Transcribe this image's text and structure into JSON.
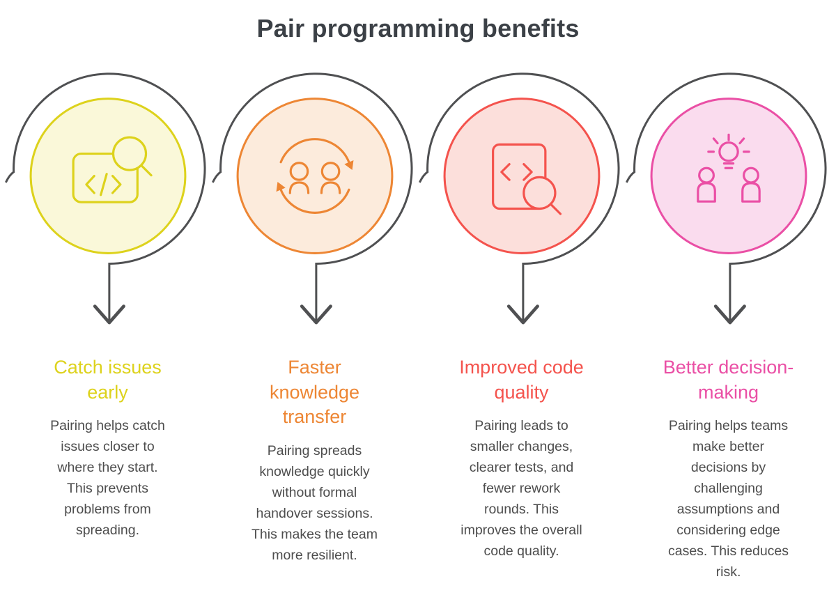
{
  "title": "Pair programming benefits",
  "colors": {
    "title": "#3b4046",
    "body_text": "#4d4d4d",
    "line": "#4f5052",
    "background": "#ffffff"
  },
  "columns": [
    {
      "heading": "Catch issues\nearly",
      "body": "Pairing helps catch\nissues closer to\nwhere they start.\nThis prevents\nproblems from\nspreading.",
      "accent": "#ddd21c",
      "fill": "#faf8d9",
      "icon": "code-review-icon"
    },
    {
      "heading": "Faster\nknowledge\ntransfer",
      "body": "Pairing spreads\nknowledge quickly\nwithout formal\nhandover sessions.\nThis makes the team\nmore resilient.",
      "accent": "#ed8634",
      "fill": "#fcebdc",
      "icon": "knowledge-exchange-icon"
    },
    {
      "heading": "Improved code\nquality",
      "body": "Pairing leads to\nsmaller changes,\nclearer tests, and\nfewer rework\nrounds. This\nimproves the overall\ncode quality.",
      "accent": "#f4534d",
      "fill": "#fcdfdb",
      "icon": "code-search-icon"
    },
    {
      "heading": "Better decision-\nmaking",
      "body": "Pairing helps teams\nmake better\ndecisions by\nchallenging\nassumptions and\nconsidering edge\ncases. This reduces\nrisk.",
      "accent": "#ea4fa5",
      "fill": "#fadcee",
      "icon": "team-idea-icon"
    }
  ]
}
